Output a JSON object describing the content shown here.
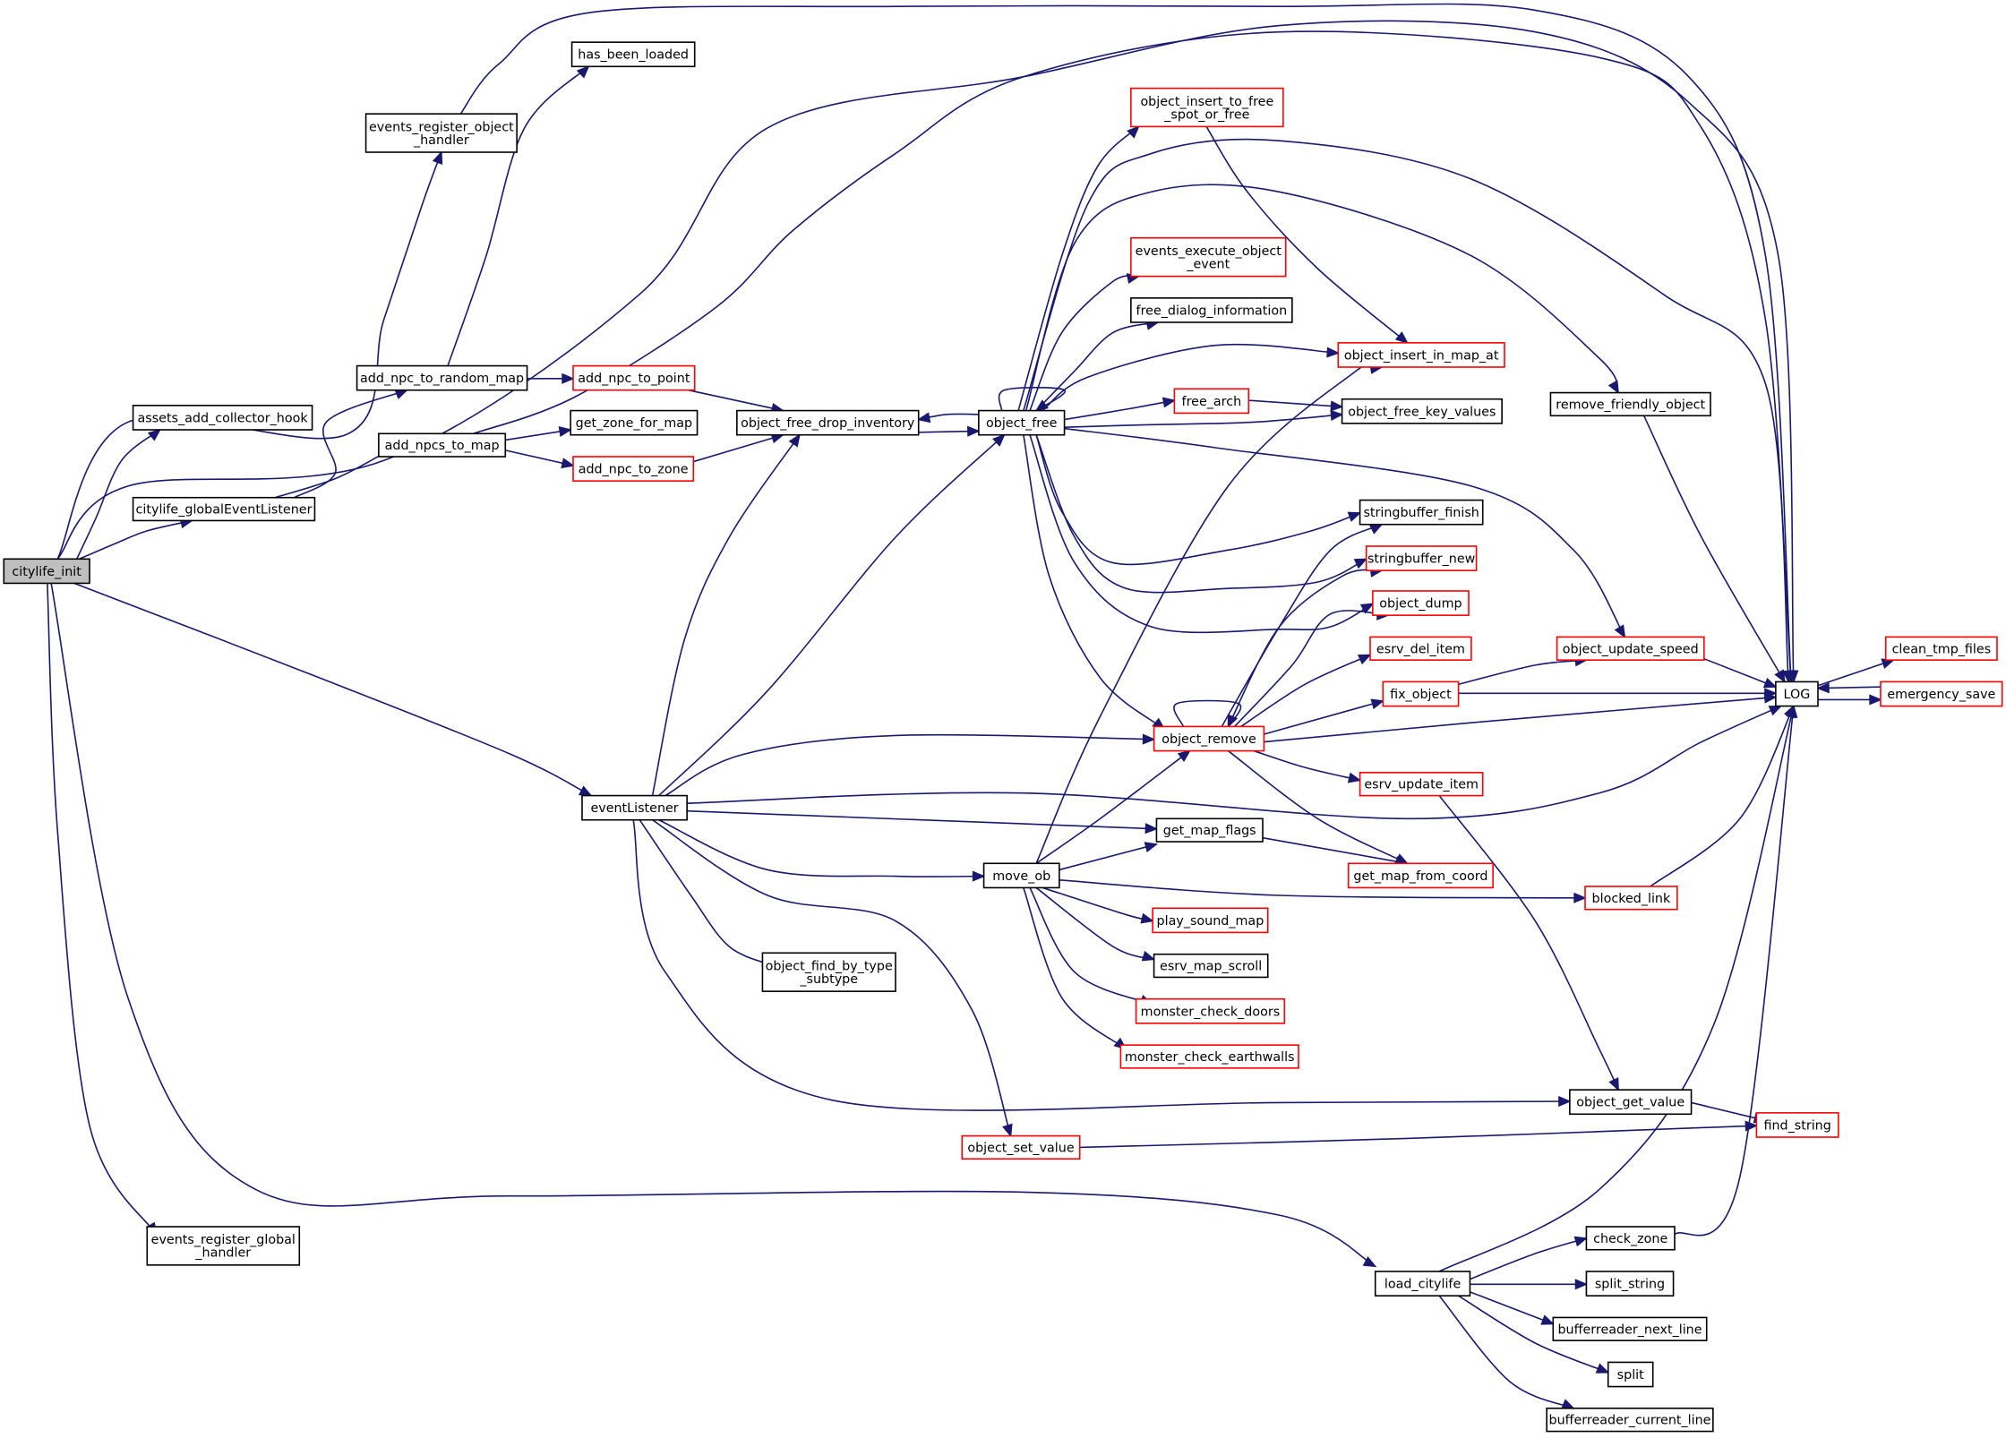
{
  "colors": {
    "edge": "#191970",
    "node_border_normal": "#000000",
    "node_border_truncated": "#ff0000",
    "root_fill": "#bfbfbf",
    "node_fill": "#ffffff"
  },
  "nodes": [
    {
      "id": "citylife_init",
      "lines": [
        "citylife_init"
      ],
      "style": "root"
    },
    {
      "id": "assets_add_collector_hook",
      "lines": [
        "assets_add_collector_hook"
      ],
      "style": "normal"
    },
    {
      "id": "citylife_globalEventListener",
      "lines": [
        "citylife_globalEventListener"
      ],
      "style": "normal"
    },
    {
      "id": "events_register_object_handler",
      "lines": [
        "events_register_object",
        "_handler"
      ],
      "style": "normal"
    },
    {
      "id": "events_register_global_handler",
      "lines": [
        "events_register_global",
        "_handler"
      ],
      "style": "normal"
    },
    {
      "id": "has_been_loaded",
      "lines": [
        "has_been_loaded"
      ],
      "style": "normal"
    },
    {
      "id": "add_npc_to_random_map",
      "lines": [
        "add_npc_to_random_map"
      ],
      "style": "normal"
    },
    {
      "id": "add_npcs_to_map",
      "lines": [
        "add_npcs_to_map"
      ],
      "style": "normal"
    },
    {
      "id": "add_npc_to_point",
      "lines": [
        "add_npc_to_point"
      ],
      "style": "truncated"
    },
    {
      "id": "get_zone_for_map",
      "lines": [
        "get_zone_for_map"
      ],
      "style": "normal"
    },
    {
      "id": "add_npc_to_zone",
      "lines": [
        "add_npc_to_zone"
      ],
      "style": "truncated"
    },
    {
      "id": "eventListener",
      "lines": [
        "eventListener"
      ],
      "style": "normal"
    },
    {
      "id": "object_free_drop_inventory",
      "lines": [
        "object_free_drop_inventory"
      ],
      "style": "normal"
    },
    {
      "id": "object_free",
      "lines": [
        "object_free"
      ],
      "style": "normal"
    },
    {
      "id": "object_insert_to_free_spot_or_free",
      "lines": [
        "object_insert_to_free",
        "_spot_or_free"
      ],
      "style": "truncated"
    },
    {
      "id": "events_execute_object_event",
      "lines": [
        "events_execute_object",
        "_event"
      ],
      "style": "truncated"
    },
    {
      "id": "free_dialog_information",
      "lines": [
        "free_dialog_information"
      ],
      "style": "normal"
    },
    {
      "id": "object_insert_in_map_at",
      "lines": [
        "object_insert_in_map_at"
      ],
      "style": "truncated"
    },
    {
      "id": "free_arch",
      "lines": [
        "free_arch"
      ],
      "style": "truncated"
    },
    {
      "id": "object_free_key_values",
      "lines": [
        "object_free_key_values"
      ],
      "style": "normal"
    },
    {
      "id": "remove_friendly_object",
      "lines": [
        "remove_friendly_object"
      ],
      "style": "normal"
    },
    {
      "id": "stringbuffer_finish",
      "lines": [
        "stringbuffer_finish"
      ],
      "style": "normal"
    },
    {
      "id": "stringbuffer_new",
      "lines": [
        "stringbuffer_new"
      ],
      "style": "truncated"
    },
    {
      "id": "object_dump",
      "lines": [
        "object_dump"
      ],
      "style": "truncated"
    },
    {
      "id": "esrv_del_item",
      "lines": [
        "esrv_del_item"
      ],
      "style": "truncated"
    },
    {
      "id": "object_update_speed",
      "lines": [
        "object_update_speed"
      ],
      "style": "truncated"
    },
    {
      "id": "fix_object",
      "lines": [
        "fix_object"
      ],
      "style": "truncated"
    },
    {
      "id": "object_remove",
      "lines": [
        "object_remove"
      ],
      "style": "truncated"
    },
    {
      "id": "esrv_update_item",
      "lines": [
        "esrv_update_item"
      ],
      "style": "truncated"
    },
    {
      "id": "LOG",
      "lines": [
        "LOG"
      ],
      "style": "normal"
    },
    {
      "id": "clean_tmp_files",
      "lines": [
        "clean_tmp_files"
      ],
      "style": "truncated"
    },
    {
      "id": "emergency_save",
      "lines": [
        "emergency_save"
      ],
      "style": "truncated"
    },
    {
      "id": "get_map_flags",
      "lines": [
        "get_map_flags"
      ],
      "style": "normal"
    },
    {
      "id": "move_ob",
      "lines": [
        "move_ob"
      ],
      "style": "normal"
    },
    {
      "id": "get_map_from_coord",
      "lines": [
        "get_map_from_coord"
      ],
      "style": "truncated"
    },
    {
      "id": "blocked_link",
      "lines": [
        "blocked_link"
      ],
      "style": "truncated"
    },
    {
      "id": "play_sound_map",
      "lines": [
        "play_sound_map"
      ],
      "style": "truncated"
    },
    {
      "id": "esrv_map_scroll",
      "lines": [
        "esrv_map_scroll"
      ],
      "style": "normal"
    },
    {
      "id": "object_find_by_type_subtype",
      "lines": [
        "object_find_by_type",
        "_subtype"
      ],
      "style": "normal"
    },
    {
      "id": "monster_check_doors",
      "lines": [
        "monster_check_doors"
      ],
      "style": "truncated"
    },
    {
      "id": "monster_check_earthwalls",
      "lines": [
        "monster_check_earthwalls"
      ],
      "style": "truncated"
    },
    {
      "id": "object_get_value",
      "lines": [
        "object_get_value"
      ],
      "style": "normal"
    },
    {
      "id": "object_set_value",
      "lines": [
        "object_set_value"
      ],
      "style": "truncated"
    },
    {
      "id": "find_string",
      "lines": [
        "find_string"
      ],
      "style": "truncated"
    },
    {
      "id": "check_zone",
      "lines": [
        "check_zone"
      ],
      "style": "normal"
    },
    {
      "id": "load_citylife",
      "lines": [
        "load_citylife"
      ],
      "style": "normal"
    },
    {
      "id": "split_string",
      "lines": [
        "split_string"
      ],
      "style": "normal"
    },
    {
      "id": "bufferreader_next_line",
      "lines": [
        "bufferreader_next_line"
      ],
      "style": "normal"
    },
    {
      "id": "split",
      "lines": [
        "split"
      ],
      "style": "normal"
    },
    {
      "id": "bufferreader_current_line",
      "lines": [
        "bufferreader_current_line"
      ],
      "style": "normal"
    }
  ],
  "edges": [
    [
      "citylife_init",
      "assets_add_collector_hook"
    ],
    [
      "citylife_init",
      "citylife_globalEventListener"
    ],
    [
      "citylife_init",
      "events_register_object_handler"
    ],
    [
      "citylife_init",
      "events_register_global_handler"
    ],
    [
      "citylife_init",
      "eventListener"
    ],
    [
      "citylife_init",
      "load_citylife"
    ],
    [
      "citylife_init",
      "LOG"
    ],
    [
      "citylife_globalEventListener",
      "add_npc_to_random_map"
    ],
    [
      "citylife_globalEventListener",
      "add_npcs_to_map"
    ],
    [
      "events_register_object_handler",
      "LOG"
    ],
    [
      "add_npc_to_random_map",
      "has_been_loaded"
    ],
    [
      "add_npc_to_random_map",
      "add_npc_to_point"
    ],
    [
      "add_npcs_to_map",
      "get_zone_for_map"
    ],
    [
      "add_npcs_to_map",
      "add_npc_to_zone"
    ],
    [
      "add_npcs_to_map",
      "LOG"
    ],
    [
      "add_npc_to_point",
      "object_free_drop_inventory"
    ],
    [
      "add_npc_to_zone",
      "object_free_drop_inventory"
    ],
    [
      "object_free_drop_inventory",
      "object_free"
    ],
    [
      "object_free",
      "object_free_drop_inventory"
    ],
    [
      "object_free",
      "object_free"
    ],
    [
      "object_free",
      "object_insert_to_free_spot_or_free"
    ],
    [
      "object_free",
      "LOG"
    ],
    [
      "object_free",
      "remove_friendly_object"
    ],
    [
      "object_free",
      "events_execute_object_event"
    ],
    [
      "object_free",
      "free_dialog_information"
    ],
    [
      "object_free",
      "object_insert_in_map_at"
    ],
    [
      "object_free",
      "free_arch"
    ],
    [
      "object_free",
      "object_free_key_values"
    ],
    [
      "object_free",
      "object_update_speed"
    ],
    [
      "object_free",
      "stringbuffer_finish"
    ],
    [
      "object_free",
      "stringbuffer_new"
    ],
    [
      "object_free",
      "object_dump"
    ],
    [
      "object_free",
      "object_remove"
    ],
    [
      "object_insert_to_free_spot_or_free",
      "object_insert_in_map_at"
    ],
    [
      "free_arch",
      "object_free_key_values"
    ],
    [
      "remove_friendly_object",
      "LOG"
    ],
    [
      "object_remove",
      "object_remove"
    ],
    [
      "object_remove",
      "stringbuffer_finish"
    ],
    [
      "object_remove",
      "stringbuffer_new"
    ],
    [
      "object_remove",
      "object_dump"
    ],
    [
      "object_remove",
      "esrv_del_item"
    ],
    [
      "object_remove",
      "fix_object"
    ],
    [
      "object_remove",
      "LOG"
    ],
    [
      "object_remove",
      "esrv_update_item"
    ],
    [
      "object_remove",
      "get_map_from_coord"
    ],
    [
      "fix_object",
      "object_update_speed"
    ],
    [
      "fix_object",
      "LOG"
    ],
    [
      "object_update_speed",
      "LOG"
    ],
    [
      "esrv_update_item",
      "object_get_value"
    ],
    [
      "LOG",
      "clean_tmp_files"
    ],
    [
      "LOG",
      "emergency_save"
    ],
    [
      "emergency_save",
      "LOG"
    ],
    [
      "eventListener",
      "object_free_drop_inventory"
    ],
    [
      "eventListener",
      "object_free"
    ],
    [
      "eventListener",
      "object_remove"
    ],
    [
      "eventListener",
      "LOG"
    ],
    [
      "eventListener",
      "get_map_flags"
    ],
    [
      "eventListener",
      "move_ob"
    ],
    [
      "eventListener",
      "object_find_by_type_subtype"
    ],
    [
      "eventListener",
      "object_set_value"
    ],
    [
      "eventListener",
      "object_get_value"
    ],
    [
      "move_ob",
      "object_insert_in_map_at"
    ],
    [
      "move_ob",
      "object_remove"
    ],
    [
      "move_ob",
      "get_map_flags"
    ],
    [
      "move_ob",
      "blocked_link"
    ],
    [
      "move_ob",
      "play_sound_map"
    ],
    [
      "move_ob",
      "esrv_map_scroll"
    ],
    [
      "move_ob",
      "monster_check_doors"
    ],
    [
      "move_ob",
      "monster_check_earthwalls"
    ],
    [
      "get_map_flags",
      "get_map_from_coord"
    ],
    [
      "blocked_link",
      "LOG"
    ],
    [
      "object_set_value",
      "find_string"
    ],
    [
      "object_get_value",
      "find_string"
    ],
    [
      "load_citylife",
      "LOG"
    ],
    [
      "load_citylife",
      "check_zone"
    ],
    [
      "load_citylife",
      "split_string"
    ],
    [
      "load_citylife",
      "bufferreader_next_line"
    ],
    [
      "load_citylife",
      "split"
    ],
    [
      "load_citylife",
      "bufferreader_current_line"
    ],
    [
      "check_zone",
      "LOG"
    ]
  ]
}
